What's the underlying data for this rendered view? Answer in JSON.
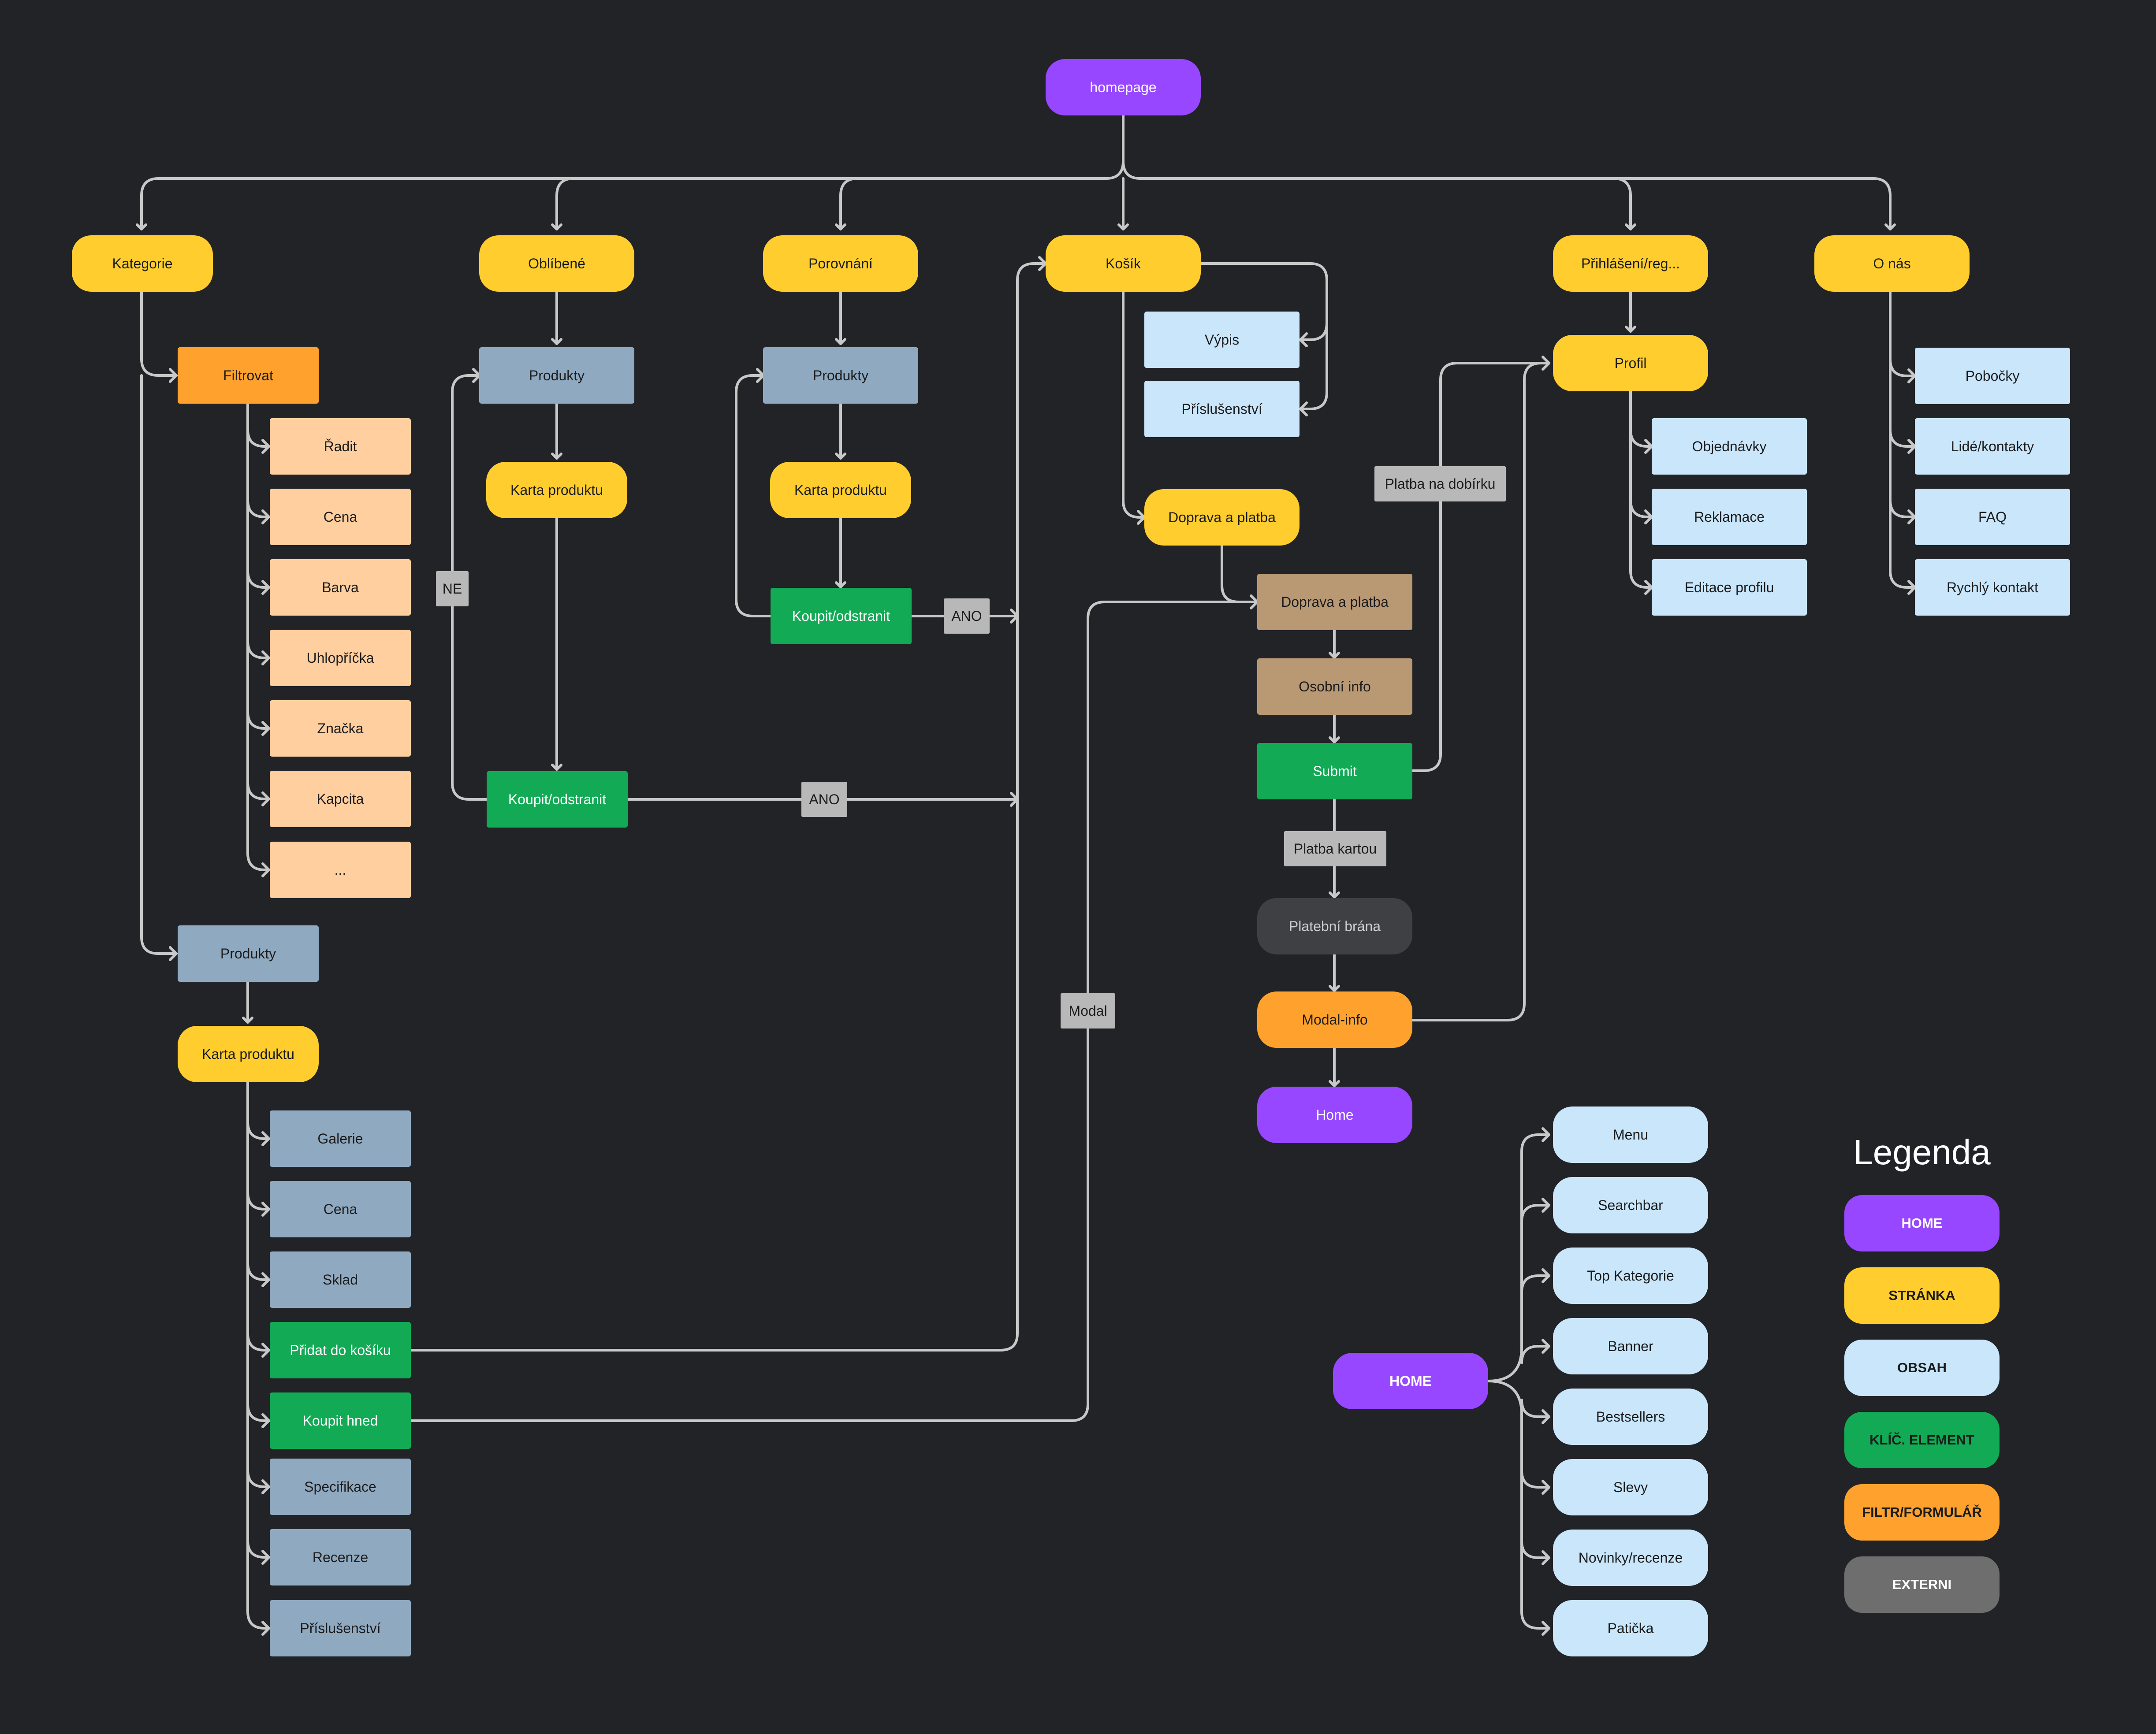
{
  "nodes": {
    "homepage": "homepage",
    "kategorie": "Kategorie",
    "oblibene": "Oblíbené",
    "porovnani": "Porovnání",
    "kosik": "Košík",
    "prihlaseni": "Přihlášení/reg...",
    "o_nas": "O nás",
    "filtrovat": "Filtrovat",
    "filter_options": [
      "Řadit",
      "Cena",
      "Barva",
      "Uhlopříčka",
      "Značka",
      "Kapcita",
      "..."
    ],
    "kat_produkty": "Produkty",
    "kat_karta": "Karta produktu",
    "karta_items": [
      "Galerie",
      "Cena",
      "Sklad",
      "Přidat do košíku",
      "Koupit hned",
      "Specifikace",
      "Recenze",
      "Příslušenství"
    ],
    "obl_produkty": "Produkty",
    "obl_karta": "Karta produktu",
    "obl_koupit": "Koupit/odstranit",
    "por_produkty": "Produkty",
    "por_karta": "Karta produktu",
    "por_koupit": "Koupit/odstranit",
    "kos_vypis": "Výpis",
    "kos_prislusenstvi": "Příslušenství",
    "kos_doprava": "Doprava a platba",
    "chk_doprava": "Doprava a platba",
    "chk_osobni": "Osobní info",
    "chk_submit": "Submit",
    "chk_brana": "Platební brána",
    "chk_modal": "Modal-info",
    "chk_home": "Home",
    "profil": "Profil",
    "profil_items": [
      "Objednávky",
      "Reklamace",
      "Editace profilu"
    ],
    "onas_items": [
      "Pobočky",
      "Lidé/kontakty",
      "FAQ",
      "Rychlý kontakt"
    ],
    "home_root": "HOME",
    "home_items": [
      "Menu",
      "Searchbar",
      "Top Kategorie",
      "Banner",
      "Bestsellers",
      "Slevy",
      "Novinky/recenze",
      "Patička"
    ]
  },
  "tags": {
    "ne": "NE",
    "ano_porovnani": "ANO",
    "ano_oblibene": "ANO",
    "modal": "Modal",
    "dobirka": "Platba na dobírku",
    "kartou": "Platba kartou"
  },
  "legend": {
    "title": "Legenda",
    "items": [
      "HOME",
      "STRÁNKA",
      "OBSAH",
      "KLÍČ. ELEMENT",
      "FILTR/FORMULÁŘ",
      "EXTERNI"
    ]
  },
  "colors": {
    "background": "#222327",
    "home": "#9747FF",
    "page": "#FFCE2E",
    "content": "#C9E6FB",
    "key_element": "#13AA55",
    "filter_form": "#FFA22D",
    "external": "#6E6E6E",
    "product_section": "#8FA9C0",
    "checkout_step": "#B99874",
    "connector": "#C8C8C8"
  }
}
